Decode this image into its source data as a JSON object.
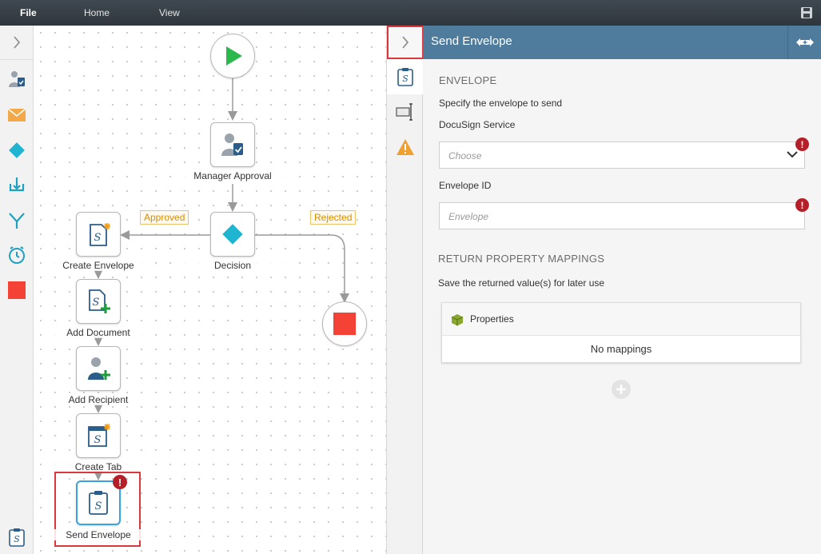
{
  "menu": {
    "file": "File",
    "home": "Home",
    "view": "View"
  },
  "canvas": {
    "nodes": {
      "manager_approval": "Manager Approval",
      "decision": "Decision",
      "create_envelope": "Create Envelope",
      "add_document": "Add Document",
      "add_recipient": "Add Recipient",
      "create_tab": "Create Tab",
      "send_envelope": "Send Envelope"
    },
    "branches": {
      "approved": "Approved",
      "rejected": "Rejected"
    },
    "error_badge": "!"
  },
  "panel": {
    "title": "Send Envelope",
    "envelope_section": "ENVELOPE",
    "envelope_desc": "Specify the envelope to send",
    "docusign_label": "DocuSign Service",
    "docusign_placeholder": "Choose",
    "envelope_id_label": "Envelope ID",
    "envelope_id_placeholder": "Envelope",
    "return_section": "RETURN PROPERTY MAPPINGS",
    "return_desc": "Save the returned value(s) for later use",
    "properties_header": "Properties",
    "no_mappings": "No mappings",
    "error_badge": "!"
  },
  "colors": {
    "accent_blue": "#4f7c9c",
    "start_green": "#2db84d",
    "stop_red": "#f44336",
    "decision_cyan": "#1fb5d1",
    "error_red": "#b51f27",
    "tag_orange": "#d88c00"
  },
  "icons": {
    "toolbox": [
      "user-task-icon",
      "email-icon",
      "decision-icon",
      "merge-icon",
      "split-icon",
      "timer-icon",
      "stop-icon",
      "docusign-icon"
    ]
  }
}
